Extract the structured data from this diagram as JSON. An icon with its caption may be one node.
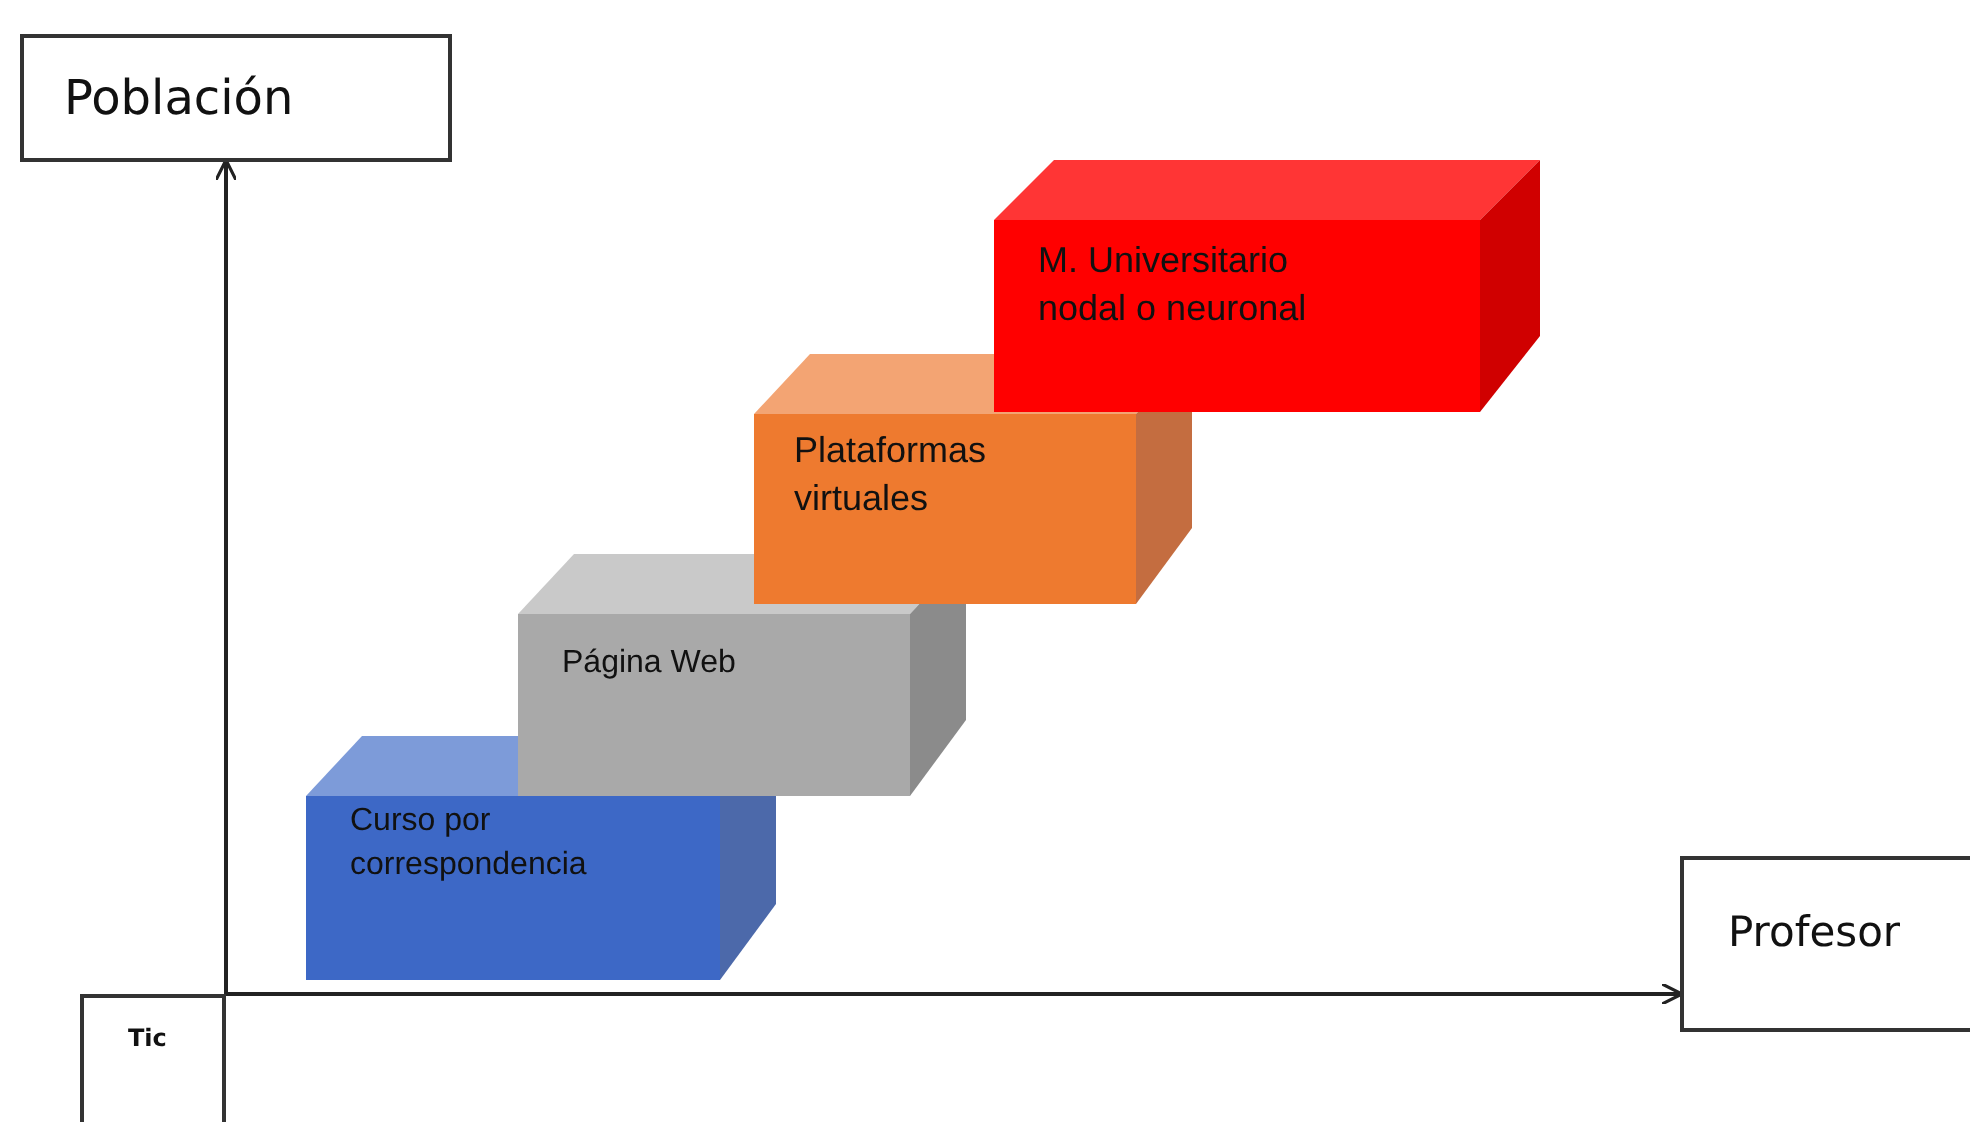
{
  "diagram": {
    "nodes": [
      {
        "text": [
          "Población"
        ]
      },
      {
        "text": [
          "Profesor"
        ]
      },
      {
        "text": [
          "Tic"
        ]
      },
      {
        "text": [
          "Curso por correspondencia"
        ]
      },
      {
        "text": [
          "Página Web"
        ]
      },
      {
        "text": [
          "Plataformas virtuales"
        ]
      },
      {
        "text": [
          "M. Universitario nodal o neuronal"
        ]
      }
    ],
    "edges": [
      {
        "from": 2,
        "to": 0,
        "arrow": "to"
      },
      {
        "from": 2,
        "to": 1,
        "arrow": "to"
      }
    ]
  }
}
